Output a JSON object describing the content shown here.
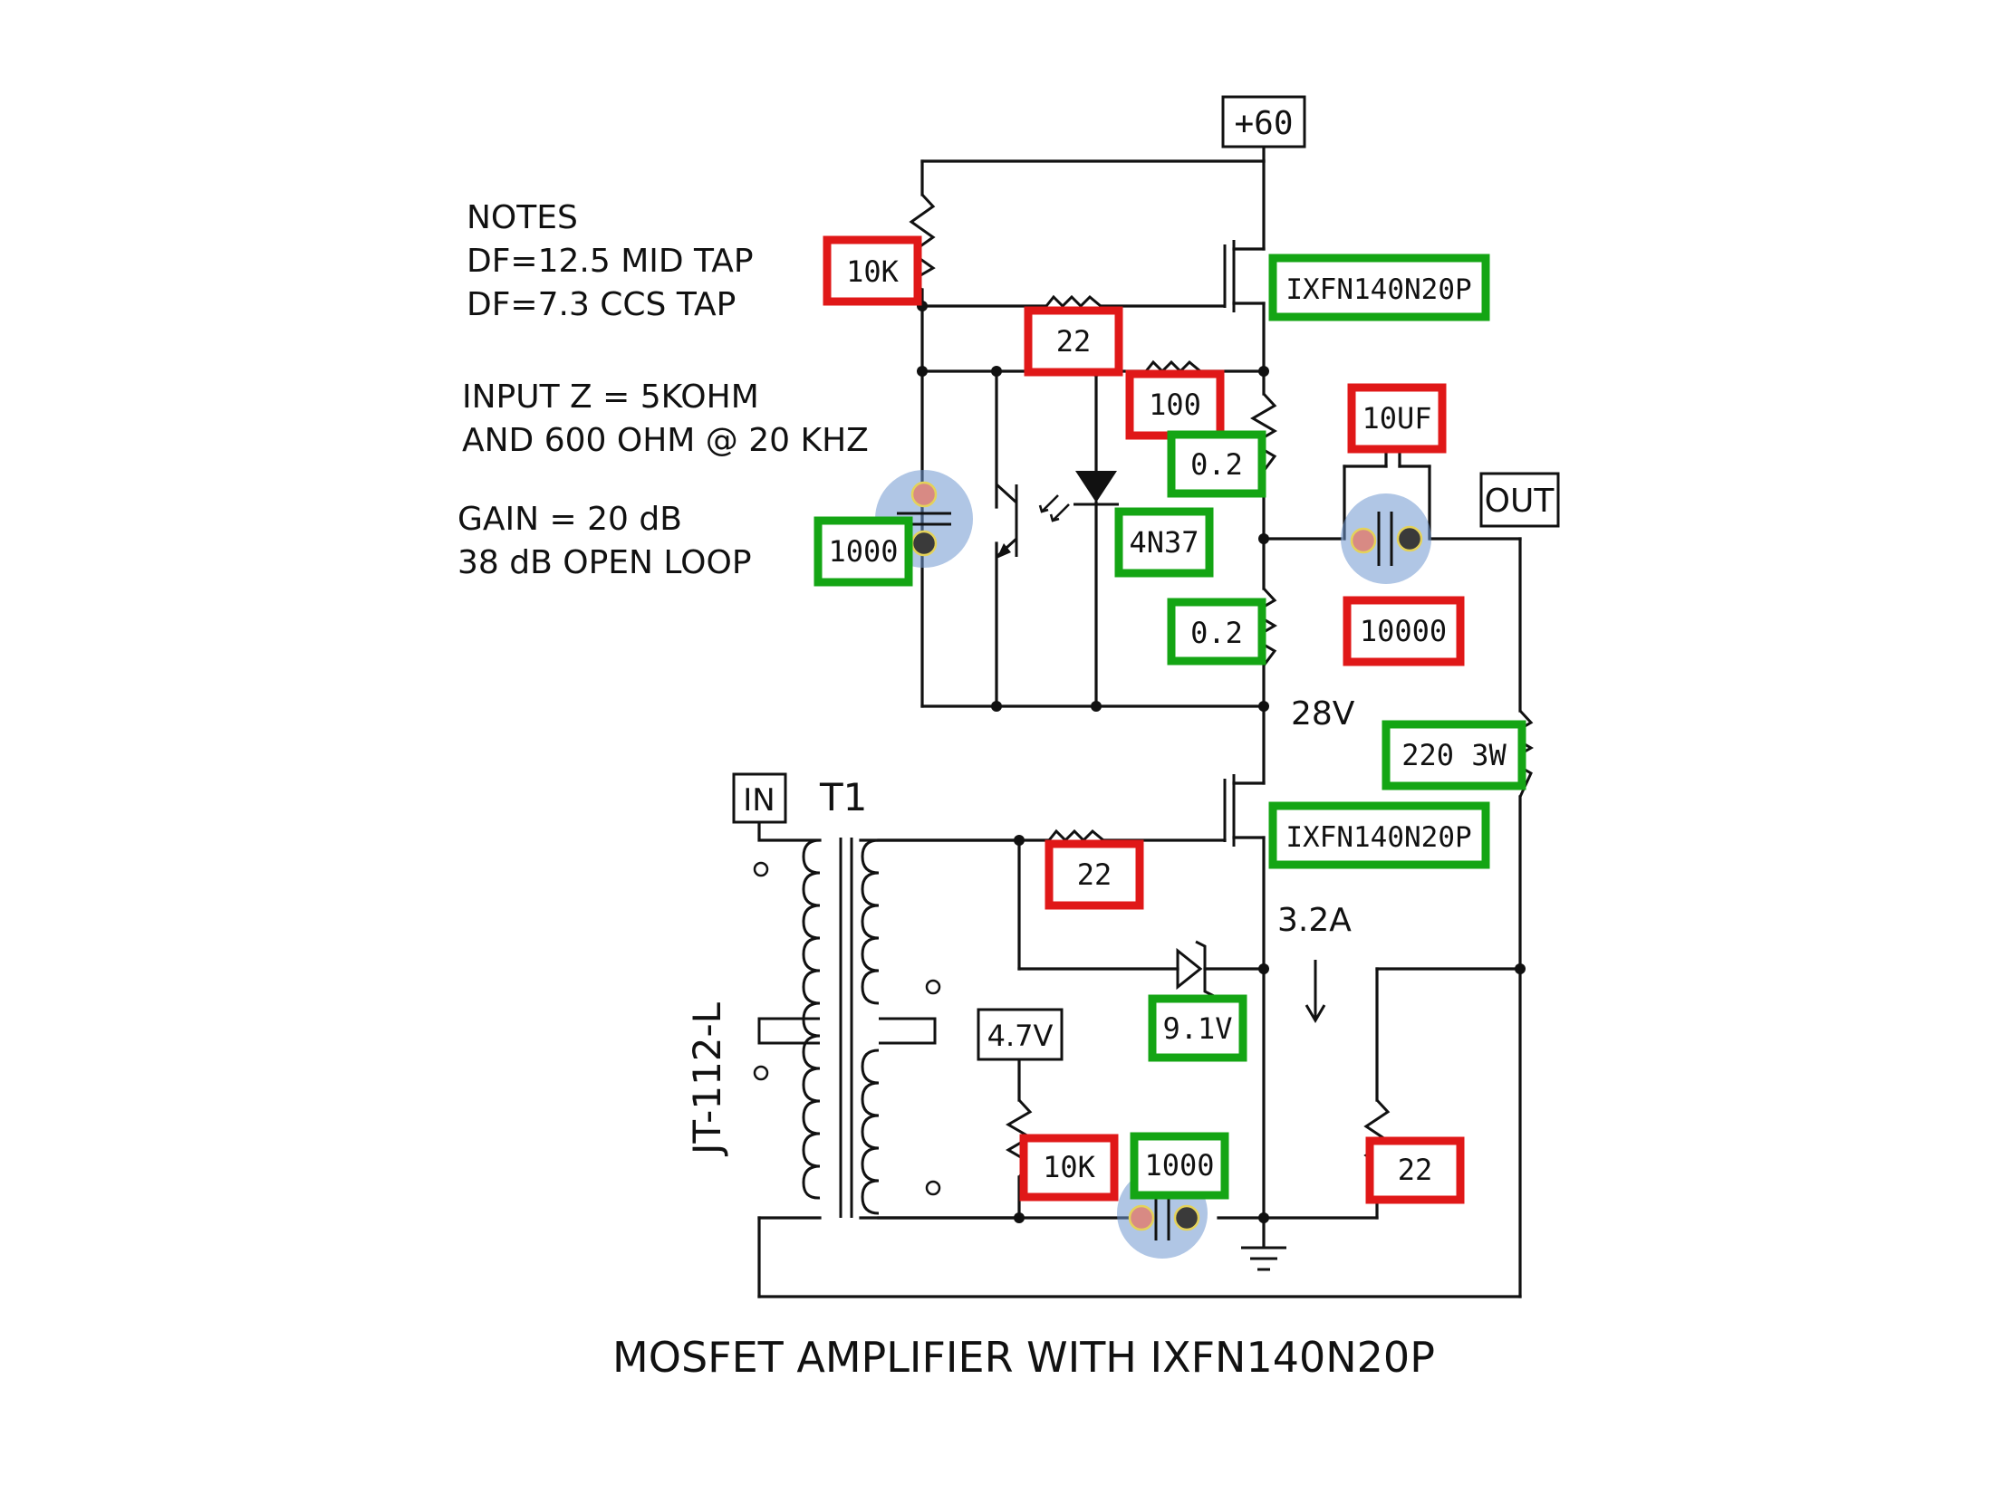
{
  "title": "MOSFET AMPLIFIER WITH IXFN140N20P",
  "notes": [
    "NOTES",
    "DF=12.5 MID TAP",
    "DF=7.3 CCS TAP",
    "INPUT Z = 5KOHM",
    "AND 600 OHM @ 20 KHZ",
    "GAIN = 20 dB",
    "38 dB OPEN LOOP"
  ],
  "terminals": {
    "supply": "+60",
    "output": "OUT",
    "input": "IN",
    "transformer_ref": "T1",
    "transformer_part": "JT-112-L",
    "bias_voltage": "4.7V"
  },
  "node_labels": {
    "mid_voltage": "28V",
    "bias_current": "3.2A"
  },
  "parts": {
    "r_top": "10K",
    "gate_r_upper": "22",
    "r_100": "100",
    "r_source_upper": "0.2",
    "r_source_lower": "0.2",
    "cap_10uf": "10UF",
    "cap_10000": "10000",
    "cap_1000_upper": "1000",
    "optocoupler": "4N37",
    "mosfet_upper": "IXFN140N20P",
    "mosfet_lower": "IXFN140N20P",
    "r_220_3w": "220 3W",
    "gate_r_lower": "22",
    "zener": "9.1V",
    "r_bias": "10K",
    "cap_1000_lower": "1000",
    "feedback_r": "22"
  },
  "colors": {
    "highlight_red": "#e01818",
    "highlight_green": "#14a514",
    "capacitor_overlay": "#6f97cf"
  }
}
